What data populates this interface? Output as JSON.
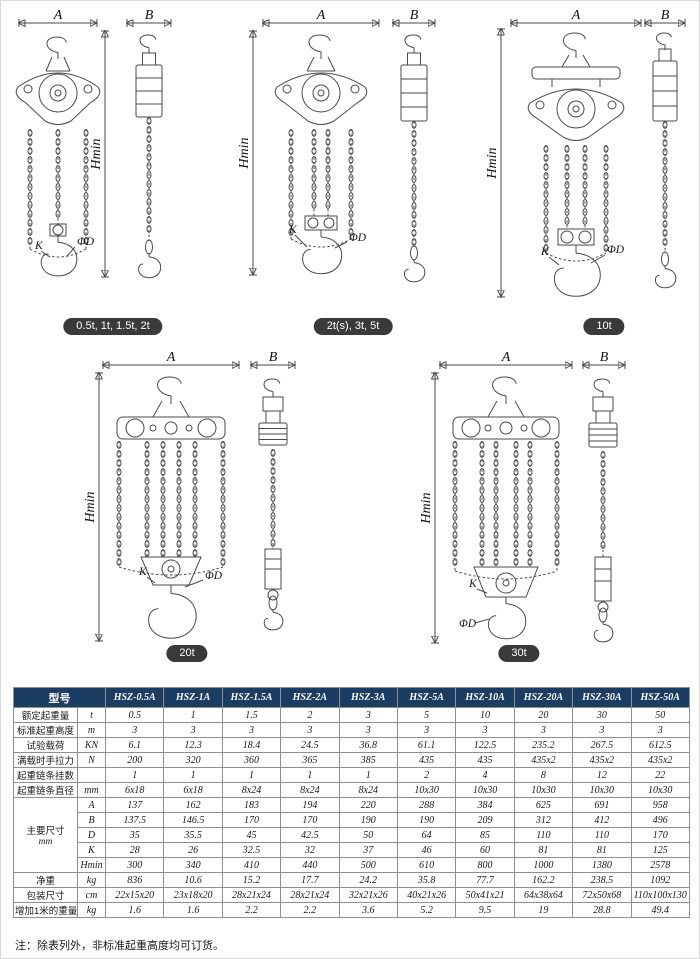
{
  "diagram_labels": {
    "a": "A",
    "b": "B",
    "hmin": "Hmin",
    "k": "K",
    "d": "ΦD"
  },
  "diagrams": [
    {
      "caption": "0.5t, 1t, 1.5t, 2t"
    },
    {
      "caption": "2t(s), 3t, 5t"
    },
    {
      "caption": "10t"
    },
    {
      "caption": "20t"
    },
    {
      "caption": "30t"
    }
  ],
  "table": {
    "header": {
      "model_label": "型号",
      "models": [
        "HSZ-0.5A",
        "HSZ-1A",
        "HSZ-1.5A",
        "HSZ-2A",
        "HSZ-3A",
        "HSZ-5A",
        "HSZ-10A",
        "HSZ-20A",
        "HSZ-30A",
        "HSZ-50A"
      ]
    },
    "rows": [
      {
        "label": "额定起重量",
        "unit": "t",
        "values": [
          "0.5",
          "1",
          "1.5",
          "2",
          "3",
          "5",
          "10",
          "20",
          "30",
          "50"
        ]
      },
      {
        "label": "标准起重高度",
        "unit": "m",
        "values": [
          "3",
          "3",
          "3",
          "3",
          "3",
          "3",
          "3",
          "3",
          "3",
          "3"
        ]
      },
      {
        "label": "试验载荷",
        "unit": "KN",
        "values": [
          "6.1",
          "12.3",
          "18.4",
          "24.5",
          "36.8",
          "61.1",
          "122.5",
          "235.2",
          "267.5",
          "612.5"
        ]
      },
      {
        "label": "满载时手拉力",
        "unit": "N",
        "values": [
          "200",
          "320",
          "360",
          "365",
          "385",
          "435",
          "435",
          "435x2",
          "435x2",
          "435x2"
        ]
      },
      {
        "label": "起重链条挂数",
        "unit": "",
        "values": [
          "1",
          "1",
          "1",
          "1",
          "1",
          "2",
          "4",
          "8",
          "12",
          "22"
        ]
      },
      {
        "label": "起重链条直径",
        "unit": "mm",
        "values": [
          "6x18",
          "6x18",
          "8x24",
          "8x24",
          "8x24",
          "10x30",
          "10x30",
          "10x30",
          "10x30",
          "10x30"
        ]
      },
      {
        "group": "主要尺寸",
        "group_unit": "mm",
        "group_span": 5,
        "sub": "A",
        "values": [
          "137",
          "162",
          "183",
          "194",
          "220",
          "288",
          "384",
          "625",
          "691",
          "958"
        ]
      },
      {
        "sub": "B",
        "values": [
          "137.5",
          "146.5",
          "170",
          "170",
          "190",
          "190",
          "209",
          "312",
          "412",
          "496"
        ]
      },
      {
        "sub": "D",
        "values": [
          "35",
          "35.5",
          "45",
          "42.5",
          "50",
          "64",
          "85",
          "110",
          "110",
          "170"
        ]
      },
      {
        "sub": "K",
        "values": [
          "28",
          "26",
          "32.5",
          "32",
          "37",
          "46",
          "60",
          "81",
          "81",
          "125"
        ]
      },
      {
        "sub": "Hmin",
        "values": [
          "300",
          "340",
          "410",
          "440",
          "500",
          "610",
          "800",
          "1000",
          "1380",
          "2578"
        ]
      },
      {
        "label": "净重",
        "unit": "kg",
        "values": [
          "836",
          "10.6",
          "15.2",
          "17.7",
          "24.2",
          "35.8",
          "77.7",
          "162.2",
          "238.5",
          "1092"
        ]
      },
      {
        "label": "包装尺寸",
        "unit": "cm",
        "values": [
          "22x15x20",
          "23x18x20",
          "28x21x24",
          "28x21x24",
          "32x21x26",
          "40x21x26",
          "50x41x21",
          "64x38x64",
          "72x50x68",
          "110x100x130"
        ]
      },
      {
        "label": "增加1米的重量",
        "unit": "kg",
        "values": [
          "1.6",
          "1.6",
          "2.2",
          "2.2",
          "3.6",
          "5.2",
          "9.5",
          "19",
          "28.8",
          "49.4"
        ]
      }
    ]
  },
  "note": "注：除表列外，非标准起重高度均可订货。",
  "colors": {
    "header_bg": "#1b3c63",
    "badge_bg": "#3a3a3a",
    "grid_line": "#8f8f8f",
    "art_line": "#4a4a4a"
  }
}
